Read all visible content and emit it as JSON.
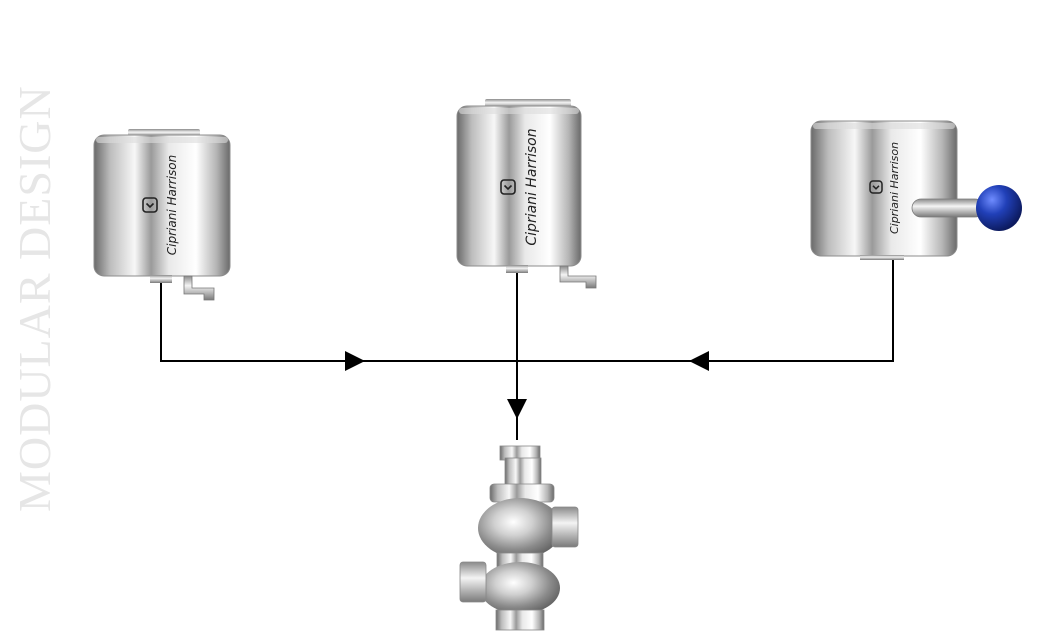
{
  "title": "MODULAR DESIGN",
  "units": [
    {
      "brand": "Cipriani Harrison",
      "type": "control-head"
    },
    {
      "brand": "Cipriani Harrison",
      "type": "control-head"
    },
    {
      "brand": "Cipriani Harrison",
      "type": "manual-handle"
    }
  ],
  "colors": {
    "steel_dark": "#6f6f6f",
    "steel_light": "#f6f6f6",
    "line": "#000000",
    "knob": "#1f3aa8",
    "title": "#e6e6e6"
  },
  "icons": [
    "check-chevron-icon",
    "flow-arrow-icon"
  ]
}
